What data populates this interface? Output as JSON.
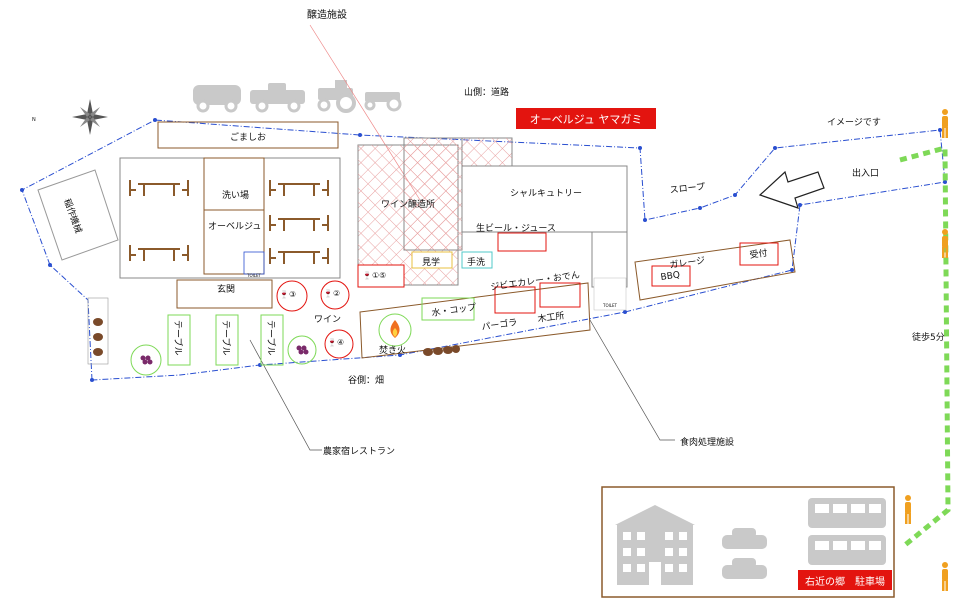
{
  "labels": {
    "brewery_callout": "醸造施設",
    "mountain_road": "山側：道路",
    "auberge_name": "オーベルジュ ヤマガミ",
    "image_note": "イメージです",
    "entrance": "出入口",
    "slope": "スロープ",
    "charcuterie": "シャルキュトリー",
    "beer_juice": "生ビール・ジュース",
    "winery": "ワイン醸造所",
    "kengaku": "見学",
    "tearai": "手洗",
    "goma": "ごましお",
    "inasaku": "稲作機械",
    "araiba": "洗い場",
    "auberge": "オーベルジュ",
    "genkan": "玄関",
    "garage": "ガレージ",
    "bbq": "BBQ",
    "uketsuke": "受付",
    "jibie": "ジビエカレー・おでん",
    "mizu": "水・コップ",
    "pergola": "パーゴラ",
    "mokkou": "木工所",
    "takibi": "焚き火",
    "wine": "ワイン",
    "valley_field": "谷側：畑",
    "table1": "テーブル",
    "table2": "テーブル",
    "table3": "テーブル",
    "farm_restaurant": "農家宿レストラン",
    "meat_processing": "食肉処理施設",
    "walk5": "徒歩5分",
    "parking": "右近の郷　駐車場",
    "toilet1": "TOILET",
    "toilet2": "TOILET",
    "wine1": "🍷①⑤",
    "wine2": "🍷②",
    "wine3": "🍷③",
    "wine4": "🍷④",
    "compass_n": "N"
  },
  "colors": {
    "red": "#e3140f",
    "brown": "#8b5a2b",
    "green": "#7ed957",
    "blue_border": "#2a4fd0",
    "pink_hatch": "#e8a0a0",
    "orange_person": "#f0a020"
  },
  "icons": [
    "compass-icon",
    "van-icon",
    "pickup-truck-icon",
    "tractor-icon",
    "small-tractor-icon",
    "arrow-icon",
    "person-icon",
    "building-icon",
    "car-icon",
    "bus-icon",
    "grape-icon",
    "fire-icon",
    "toilet-icon",
    "wheelchair-icon",
    "dining-table-icon"
  ]
}
